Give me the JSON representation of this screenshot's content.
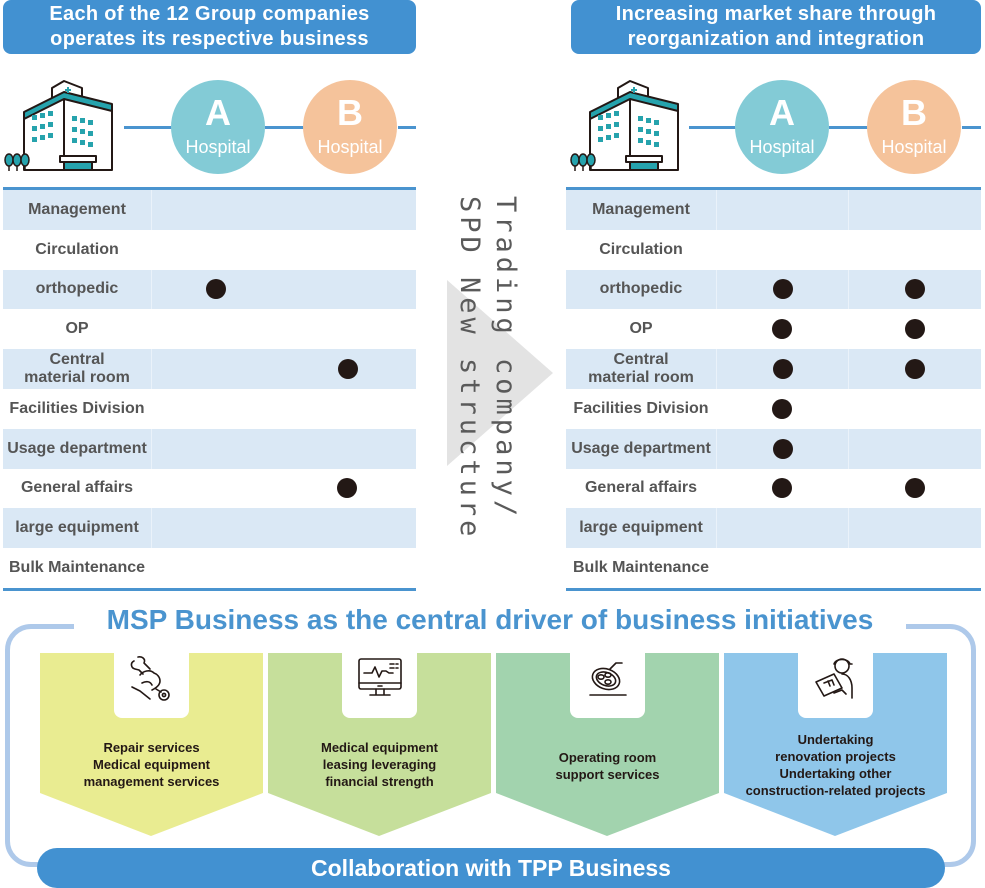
{
  "left_panel": {
    "banner": [
      "Each of the 12 Group companies",
      "operates its respective business"
    ],
    "hospitals": [
      {
        "letter": "A",
        "word": "Hospital",
        "color": "#83cbd6"
      },
      {
        "letter": "B",
        "word": "Hospital",
        "color": "#f5c39b"
      }
    ],
    "rows": [
      {
        "label": "Management",
        "dots": []
      },
      {
        "label": "Circulation",
        "dots": []
      },
      {
        "label": "orthopedic",
        "dots": [
          "A"
        ]
      },
      {
        "label": "OP",
        "dots": []
      },
      {
        "label": "Central material room",
        "label_lines": [
          "Central",
          "material room"
        ],
        "dots": [
          "B"
        ]
      },
      {
        "label": "Facilities Division",
        "dots": []
      },
      {
        "label": "Usage department",
        "dots": []
      },
      {
        "label": "General affairs",
        "dots": [
          "B"
        ]
      },
      {
        "label": "large equipment",
        "dots": []
      },
      {
        "label": "Bulk Maintenance",
        "dots": []
      }
    ]
  },
  "transition": {
    "line1": "Trading company/",
    "line2": "SPD New structure"
  },
  "right_panel": {
    "banner": [
      "Increasing market share through",
      "reorganization and integration"
    ],
    "hospitals": [
      {
        "letter": "A",
        "word": "Hospital",
        "color": "#83cbd6"
      },
      {
        "letter": "B",
        "word": "Hospital",
        "color": "#f5c39b"
      }
    ],
    "rows": [
      {
        "label": "Management",
        "A": false,
        "B": false
      },
      {
        "label": "Circulation",
        "A": false,
        "B": false
      },
      {
        "label": "orthopedic",
        "A": true,
        "B": true
      },
      {
        "label": "OP",
        "A": true,
        "B": true
      },
      {
        "label": "Central material room",
        "label_lines": [
          "Central",
          "material room"
        ],
        "A": true,
        "B": true
      },
      {
        "label": "Facilities Division",
        "A": true,
        "B": false
      },
      {
        "label": "Usage department",
        "A": true,
        "B": false
      },
      {
        "label": "General affairs",
        "A": true,
        "B": true
      },
      {
        "label": "large equipment",
        "A": false,
        "B": false
      },
      {
        "label": "Bulk Maintenance",
        "A": false,
        "B": false
      }
    ]
  },
  "msp": {
    "title": "MSP Business as the central driver of business initiatives",
    "cards": [
      {
        "icon": "wrench-hand-icon",
        "color": "#e9ec91",
        "lines": [
          "Repair services",
          "Medical equipment",
          "management services"
        ]
      },
      {
        "icon": "monitor-heartbeat-icon",
        "color": "#c6df9b",
        "lines": [
          "Medical equipment",
          "leasing leveraging",
          "financial strength"
        ]
      },
      {
        "icon": "surgical-light-icon",
        "color": "#a2d3ae",
        "lines": [
          "Operating room",
          "support services"
        ]
      },
      {
        "icon": "worker-blueprint-icon",
        "color": "#8fc6ea",
        "lines": [
          "Undertaking",
          "renovation projects",
          "Undertaking other",
          "construction-related projects"
        ]
      }
    ],
    "footer": "Collaboration with TPP Business"
  },
  "colors": {
    "accent": "#4291d1",
    "row_shade": "#dae8f5",
    "frame": "#aec9ea",
    "dot": "#231815"
  }
}
